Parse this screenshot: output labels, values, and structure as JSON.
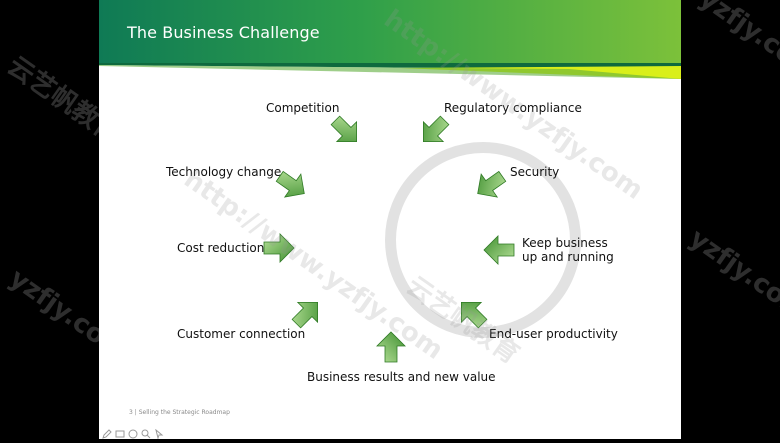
{
  "slide": {
    "title": "The Business Challenge",
    "footer_page": "3",
    "footer_sep": "|",
    "footer_text": "Selling the Strategic Roadmap"
  },
  "colors": {
    "header_start": "#0f7a55",
    "header_end": "#7cc13a",
    "accent_yellow": "#d9ef1a",
    "arrow_green": "#5aa845",
    "ring_gray": "#e2e2e2"
  },
  "challenges": [
    {
      "label": "Competition"
    },
    {
      "label": "Regulatory compliance"
    },
    {
      "label": "Technology change"
    },
    {
      "label": "Security"
    },
    {
      "label": "Cost reduction"
    },
    {
      "label": "Keep business"
    },
    {
      "label": "up and running"
    },
    {
      "label": "Customer connection"
    },
    {
      "label": "End-user productivity"
    },
    {
      "label": "Business results and new value"
    }
  ],
  "watermarks": {
    "brand_cn": "云艺帆教育",
    "url": "http://www.yzfjy.com",
    "short": "yzfjy.com"
  },
  "toolbar_icons": [
    "pen-icon",
    "slides-icon",
    "globe-icon",
    "zoom-icon",
    "pointer-icon"
  ]
}
